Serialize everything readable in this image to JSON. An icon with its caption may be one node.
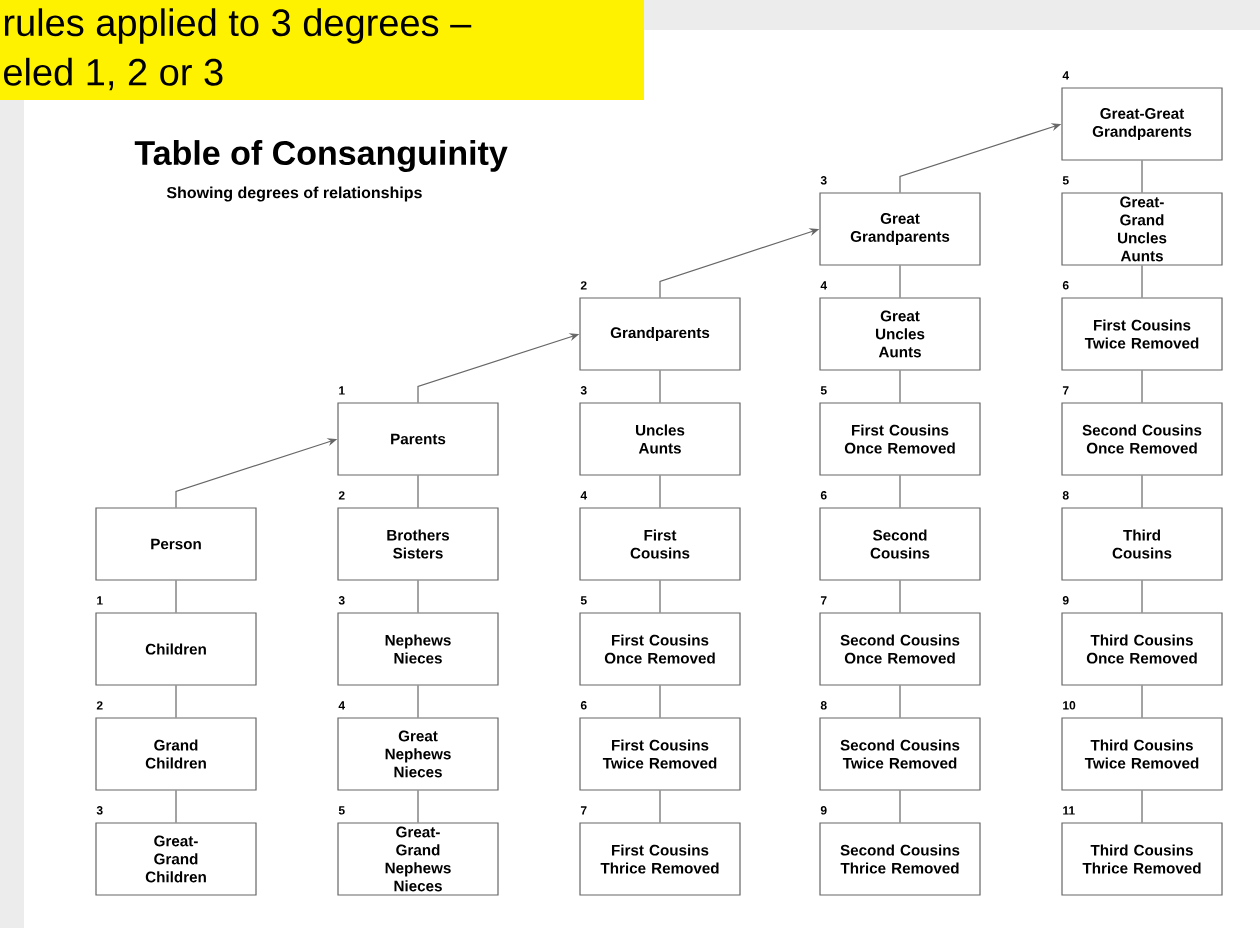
{
  "diagram": {
    "title": "Table of Consanguinity",
    "nodes": [
      {
        "text": [
          "Person"
        ]
      },
      {
        "text": [
          "Children"
        ],
        "beside": [
          "1"
        ]
      },
      {
        "text": [
          "Grand Children"
        ],
        "beside": [
          "2"
        ]
      },
      {
        "text": [
          "Great-Grand Children"
        ],
        "beside": [
          "3"
        ]
      },
      {
        "text": [
          "Parents"
        ],
        "beside": [
          "1"
        ]
      },
      {
        "text": [
          "Brothers Sisters"
        ],
        "beside": [
          "2"
        ]
      },
      {
        "text": [
          "Nephews Nieces"
        ],
        "beside": [
          "3"
        ]
      },
      {
        "text": [
          "Great Nephews Nieces"
        ],
        "beside": [
          "4"
        ]
      },
      {
        "text": [
          "Great-Grand Nephews Nieces"
        ],
        "beside": [
          "5"
        ]
      },
      {
        "text": [
          "Grandparents"
        ],
        "beside": [
          "2"
        ]
      },
      {
        "text": [
          "Uncles Aunts"
        ],
        "beside": [
          "3"
        ]
      },
      {
        "text": [
          "First Cousins"
        ],
        "beside": [
          "4"
        ]
      },
      {
        "text": [
          "First Cousins Once Removed"
        ],
        "beside": [
          "5"
        ]
      },
      {
        "text": [
          "First Cousins Twice Removed"
        ],
        "beside": [
          "6"
        ]
      },
      {
        "text": [
          "First Cousins Thrice Removed"
        ],
        "beside": [
          "7"
        ]
      },
      {
        "text": [
          "Great Grandparents"
        ],
        "beside": [
          "3"
        ]
      },
      {
        "text": [
          "Great Uncles Aunts"
        ],
        "beside": [
          "4"
        ]
      },
      {
        "text": [
          "First Cousins Once Removed"
        ],
        "beside": [
          "5"
        ]
      },
      {
        "text": [
          "Second Cousins"
        ],
        "beside": [
          "6"
        ]
      },
      {
        "text": [
          "Second Cousins Once Removed"
        ],
        "beside": [
          "7"
        ]
      },
      {
        "text": [
          "Second Cousins Twice Removed"
        ],
        "beside": [
          "8"
        ]
      },
      {
        "text": [
          "Second Cousins Thrice Removed"
        ],
        "beside": [
          "9"
        ]
      },
      {
        "text": [
          "Great-Great Grandparents"
        ],
        "beside": [
          "4"
        ]
      },
      {
        "text": [
          "Great-Grand Uncles Aunts"
        ],
        "beside": [
          "5"
        ]
      },
      {
        "text": [
          "First Cousins Twice Removed"
        ],
        "beside": [
          "6"
        ]
      },
      {
        "text": [
          "Second Cousins Once Removed"
        ],
        "beside": [
          "7"
        ]
      },
      {
        "text": [
          "Third Cousins"
        ],
        "beside": [
          "8"
        ]
      },
      {
        "text": [
          "Third Cousins Once Removed"
        ],
        "beside": [
          "9"
        ]
      },
      {
        "text": [
          "Third Cousins Twice Removed"
        ],
        "beside": [
          "10"
        ]
      },
      {
        "text": [
          "Third Cousins Thrice Removed"
        ],
        "beside": [
          "11"
        ]
      }
    ],
    "edges": [
      {
        "from": 0,
        "to": 4,
        "arrow": "to"
      },
      {
        "from": 4,
        "to": 9,
        "arrow": "to"
      },
      {
        "from": 9,
        "to": 15,
        "arrow": "to"
      },
      {
        "from": 15,
        "to": 22,
        "arrow": "to"
      },
      {
        "from": 0,
        "to": 1,
        "arrow": "none"
      },
      {
        "from": 1,
        "to": 2,
        "arrow": "none"
      },
      {
        "from": 2,
        "to": 3,
        "arrow": "none"
      },
      {
        "from": 4,
        "to": 5,
        "arrow": "none"
      },
      {
        "from": 5,
        "to": 6,
        "arrow": "none"
      },
      {
        "from": 6,
        "to": 7,
        "arrow": "none"
      },
      {
        "from": 7,
        "to": 8,
        "arrow": "none"
      },
      {
        "from": 9,
        "to": 10,
        "arrow": "none"
      },
      {
        "from": 10,
        "to": 11,
        "arrow": "none"
      },
      {
        "from": 11,
        "to": 12,
        "arrow": "none"
      },
      {
        "from": 12,
        "to": 13,
        "arrow": "none"
      },
      {
        "from": 13,
        "to": 14,
        "arrow": "none"
      },
      {
        "from": 15,
        "to": 16,
        "arrow": "none"
      },
      {
        "from": 16,
        "to": 17,
        "arrow": "none"
      },
      {
        "from": 17,
        "to": 18,
        "arrow": "none"
      },
      {
        "from": 18,
        "to": 19,
        "arrow": "none"
      },
      {
        "from": 19,
        "to": 20,
        "arrow": "none"
      },
      {
        "from": 20,
        "to": 21,
        "arrow": "none"
      },
      {
        "from": 22,
        "to": 23,
        "arrow": "none"
      },
      {
        "from": 23,
        "to": 24,
        "arrow": "none"
      },
      {
        "from": 24,
        "to": 25,
        "arrow": "none"
      },
      {
        "from": 25,
        "to": 26,
        "arrow": "none"
      },
      {
        "from": 26,
        "to": 27,
        "arrow": "none"
      },
      {
        "from": 27,
        "to": 28,
        "arrow": "none"
      },
      {
        "from": 28,
        "to": 29,
        "arrow": "none"
      }
    ],
    "labels": [
      "rules applied to 3 degrees –",
      "eled 1, 2 or 3",
      "Showing degrees of relationships"
    ]
  }
}
